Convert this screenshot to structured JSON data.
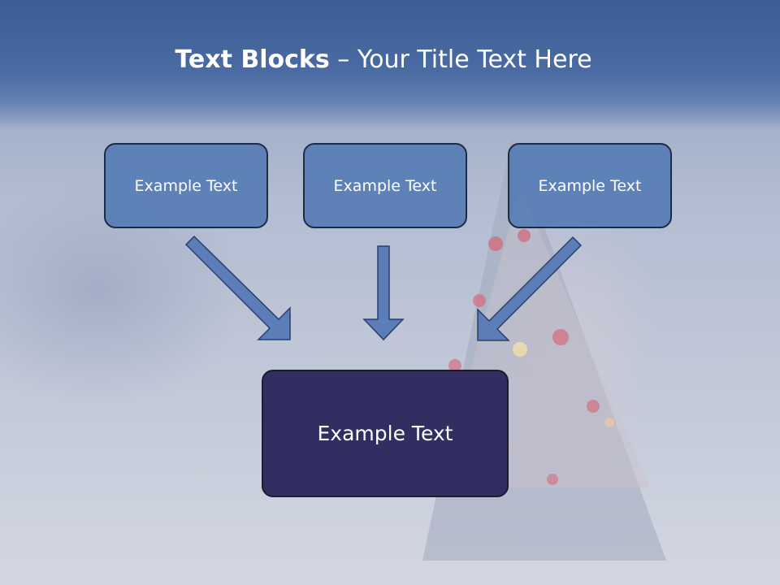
{
  "slide": {
    "title_bold": "Text Blocks",
    "title_separator": " – ",
    "title_rest": "Your Title Text Here",
    "top_boxes": [
      {
        "label": "Example Text"
      },
      {
        "label": "Example Text"
      },
      {
        "label": "Example Text"
      }
    ],
    "bottom_box": {
      "label": "Example Text"
    }
  },
  "colors": {
    "header": "#4a6ba3",
    "top_box_fill": "#527ab4",
    "bottom_box_fill": "#322e62",
    "arrow_fill": "#5b7db8",
    "arrow_stroke": "#2a3f6a"
  },
  "background": {
    "icon": "snowy-christmas-tree-photo"
  }
}
